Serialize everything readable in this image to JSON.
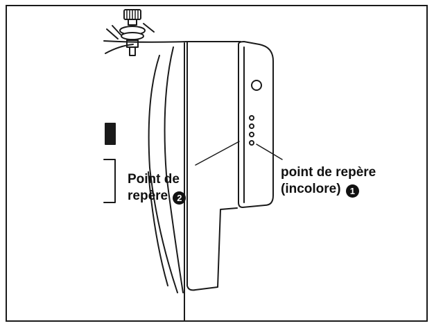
{
  "diagram": {
    "label_left": {
      "line1": "Point de",
      "line2": "repère",
      "number": "2"
    },
    "label_right": {
      "line1": "point de repère",
      "line2": "(incolore)",
      "number": "1"
    },
    "colors": {
      "line": "#1a1a1a",
      "background": "#ffffff"
    }
  }
}
